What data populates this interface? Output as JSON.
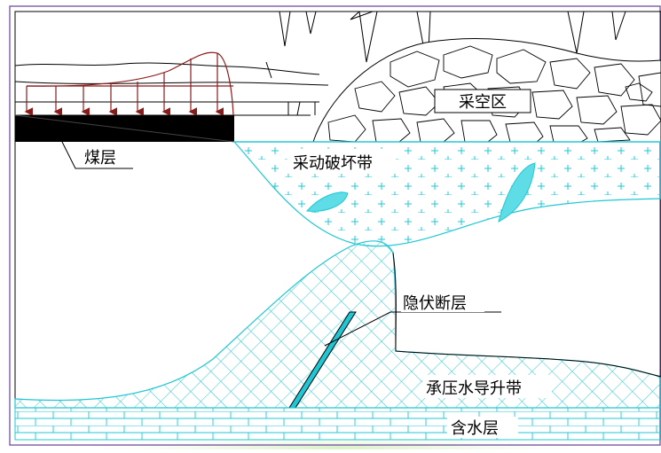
{
  "labels": {
    "goaf": "采空区",
    "coal_seam": "煤层",
    "mining_damage_zone": "采动破坏带",
    "hidden_fault": "隐伏断层",
    "confined_water_uplift_zone": "承压水导升带",
    "aquifer": "含水层"
  },
  "colors": {
    "frame": "#7b5aa6",
    "line": "#000000",
    "cyan": "#1fc7d4",
    "cyan_fill": "#5fdde6",
    "arrow": "#8b1a1a",
    "glow": "#e3f7d2"
  }
}
